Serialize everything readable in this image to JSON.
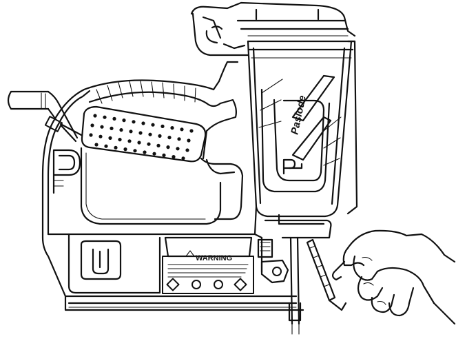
{
  "tool": {
    "brand_script": "Paslode",
    "warning_label": "WARNING"
  },
  "colors": {
    "line": "#111111",
    "background": "#ffffff"
  },
  "icons": [
    "handle-grip-dots",
    "safety-symbol-icons"
  ]
}
